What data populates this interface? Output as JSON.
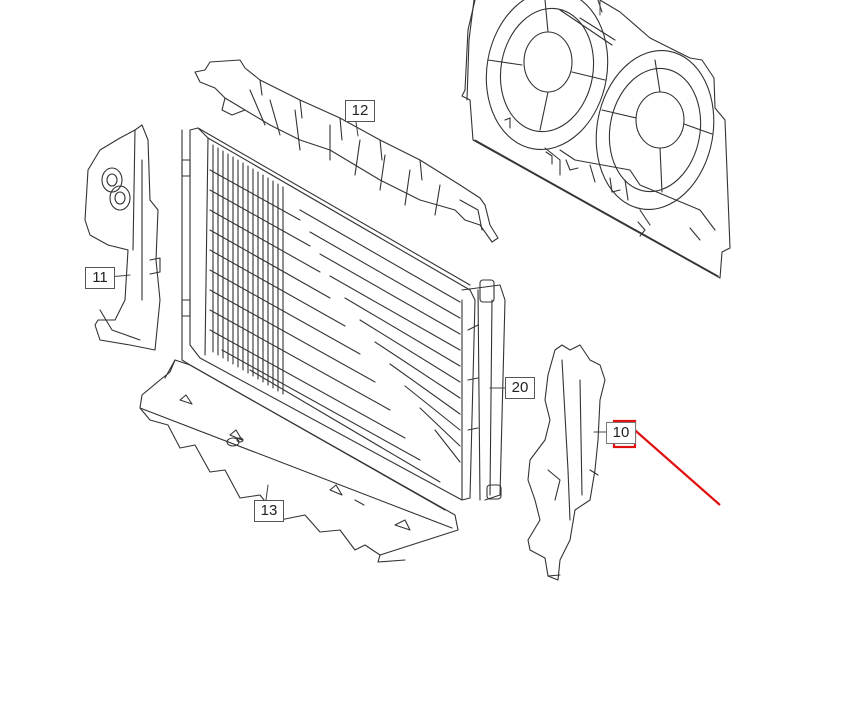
{
  "diagram": {
    "part_labels": {
      "p10": "10",
      "p11": "11",
      "p12": "12",
      "p13": "13",
      "p20": "20"
    },
    "annotation": {
      "color": "#e01010",
      "target": "10"
    }
  }
}
